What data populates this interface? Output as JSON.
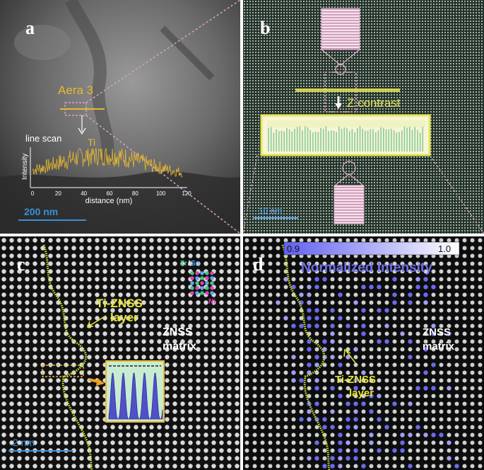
{
  "panel_a": {
    "label": "a",
    "area_label": "Aera 3",
    "line_scan_label": "line scan",
    "element_label": "Ti",
    "y_axis_label": "Intensity",
    "x_axis_label": "distance (nm)",
    "x_ticks": [
      "0",
      "20",
      "40",
      "60",
      "80",
      "100",
      "120"
    ],
    "scale_bar": "200 nm",
    "colors": {
      "trace": "#e8b830",
      "scale": "#3a8fd8",
      "box": "#d8a0c8"
    }
  },
  "panel_b": {
    "label": "b",
    "annotation": "Z contrast",
    "scale_bar": "10 nm",
    "colors": {
      "highlight": "#e6e655",
      "profile": "#bfe6c8"
    }
  },
  "panel_c": {
    "label": "c",
    "legend_site_1a": "Zr",
    "legend_slash": "/",
    "legend_site_1b": "Sn",
    "legend_site_2": "Ni",
    "layer_label_line1": "Ti-ZNSS",
    "layer_label_line2": "layer",
    "matrix_label_line1": "ZNSS",
    "matrix_label_line2": "matrix",
    "scale_bar": "2 nm",
    "colors": {
      "boundary": "#c8e636",
      "zr": "#3ac878",
      "sn": "#5aa8ff",
      "ni": "#e040b0"
    }
  },
  "panel_d": {
    "label": "d",
    "colorbar_min": "0.9",
    "colorbar_max": "1.0",
    "colorbar_title": "Normalized Intensity",
    "layer_label_line1": "Ti-ZNSS",
    "layer_label_line2": "layer",
    "matrix_label_line1": "ZNSS",
    "matrix_label_line2": "matrix",
    "colors": {
      "low": "#6060f0",
      "high": "#ffffff"
    }
  }
}
